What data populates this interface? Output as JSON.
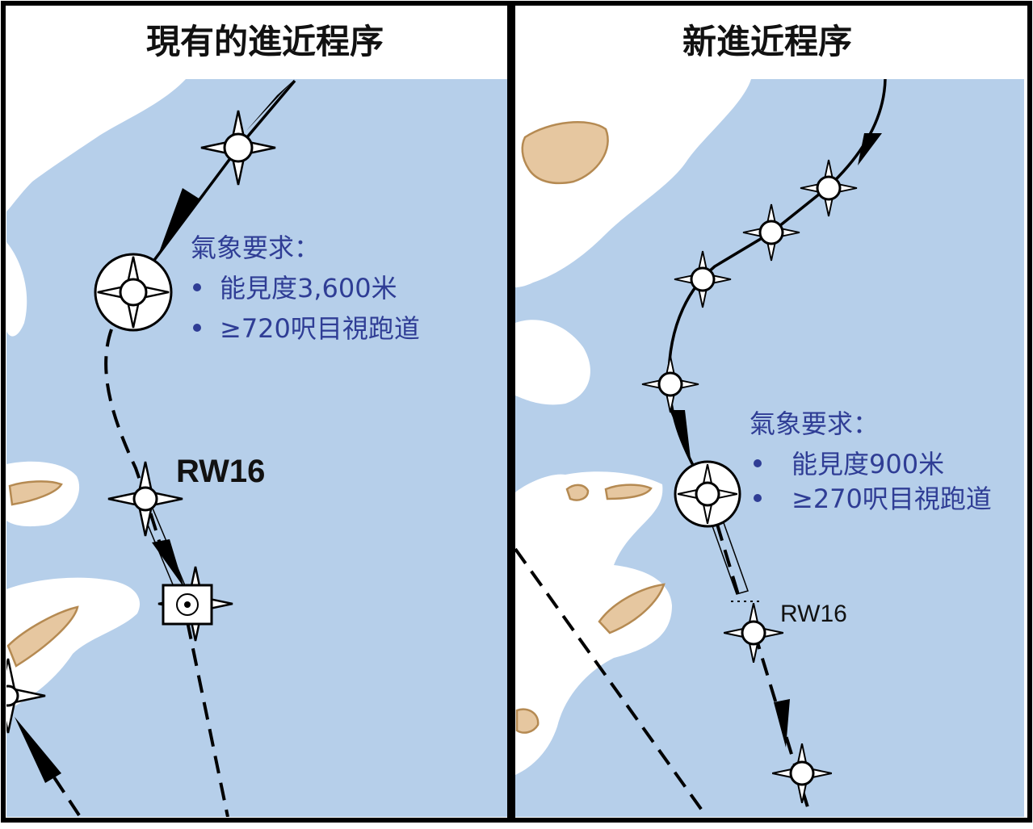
{
  "left_panel": {
    "title": "現有的進近程序",
    "weather_heading": "氣象要求：",
    "weather_items": [
      "能見度3,600米",
      "≥720呎目視跑道"
    ],
    "runway_label": "RW16"
  },
  "right_panel": {
    "title": "新進近程序",
    "weather_heading": "氣象要求：",
    "weather_items": [
      "能見度900米",
      "≥270呎目視跑道"
    ],
    "runway_label": "RW16"
  },
  "colors": {
    "sea": "#b6cfea",
    "land": "#ffffff",
    "hill": "#e6c7a0",
    "hill_outline": "#b58a52",
    "weather_text": "#2f3d95",
    "frame": "#000000"
  },
  "symbols": {
    "waypoint": "four-point-star-fix-icon",
    "final_fix": "circled-fix-icon",
    "navaid": "vor-dme-box-icon",
    "direction": "arrowhead-icon"
  }
}
